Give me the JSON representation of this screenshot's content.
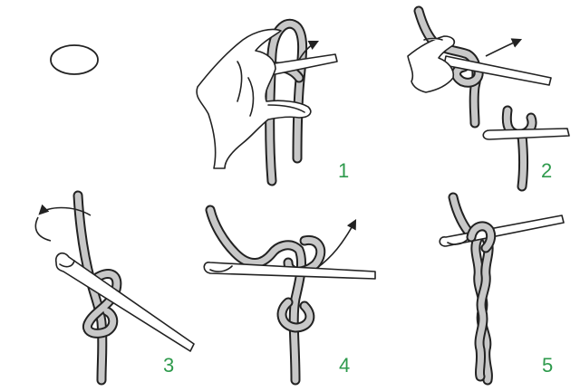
{
  "steps": [
    {
      "number": "1"
    },
    {
      "number": "2"
    },
    {
      "number": "3"
    },
    {
      "number": "4"
    },
    {
      "number": "5"
    }
  ],
  "colors": {
    "step_number": "#2e9a4c",
    "yarn_fill": "#c8c8c8",
    "outline": "#222222"
  },
  "icons": [
    "yarn-loop-icon",
    "crochet-hook-icon",
    "hand-icon",
    "direction-arrow-icon"
  ]
}
